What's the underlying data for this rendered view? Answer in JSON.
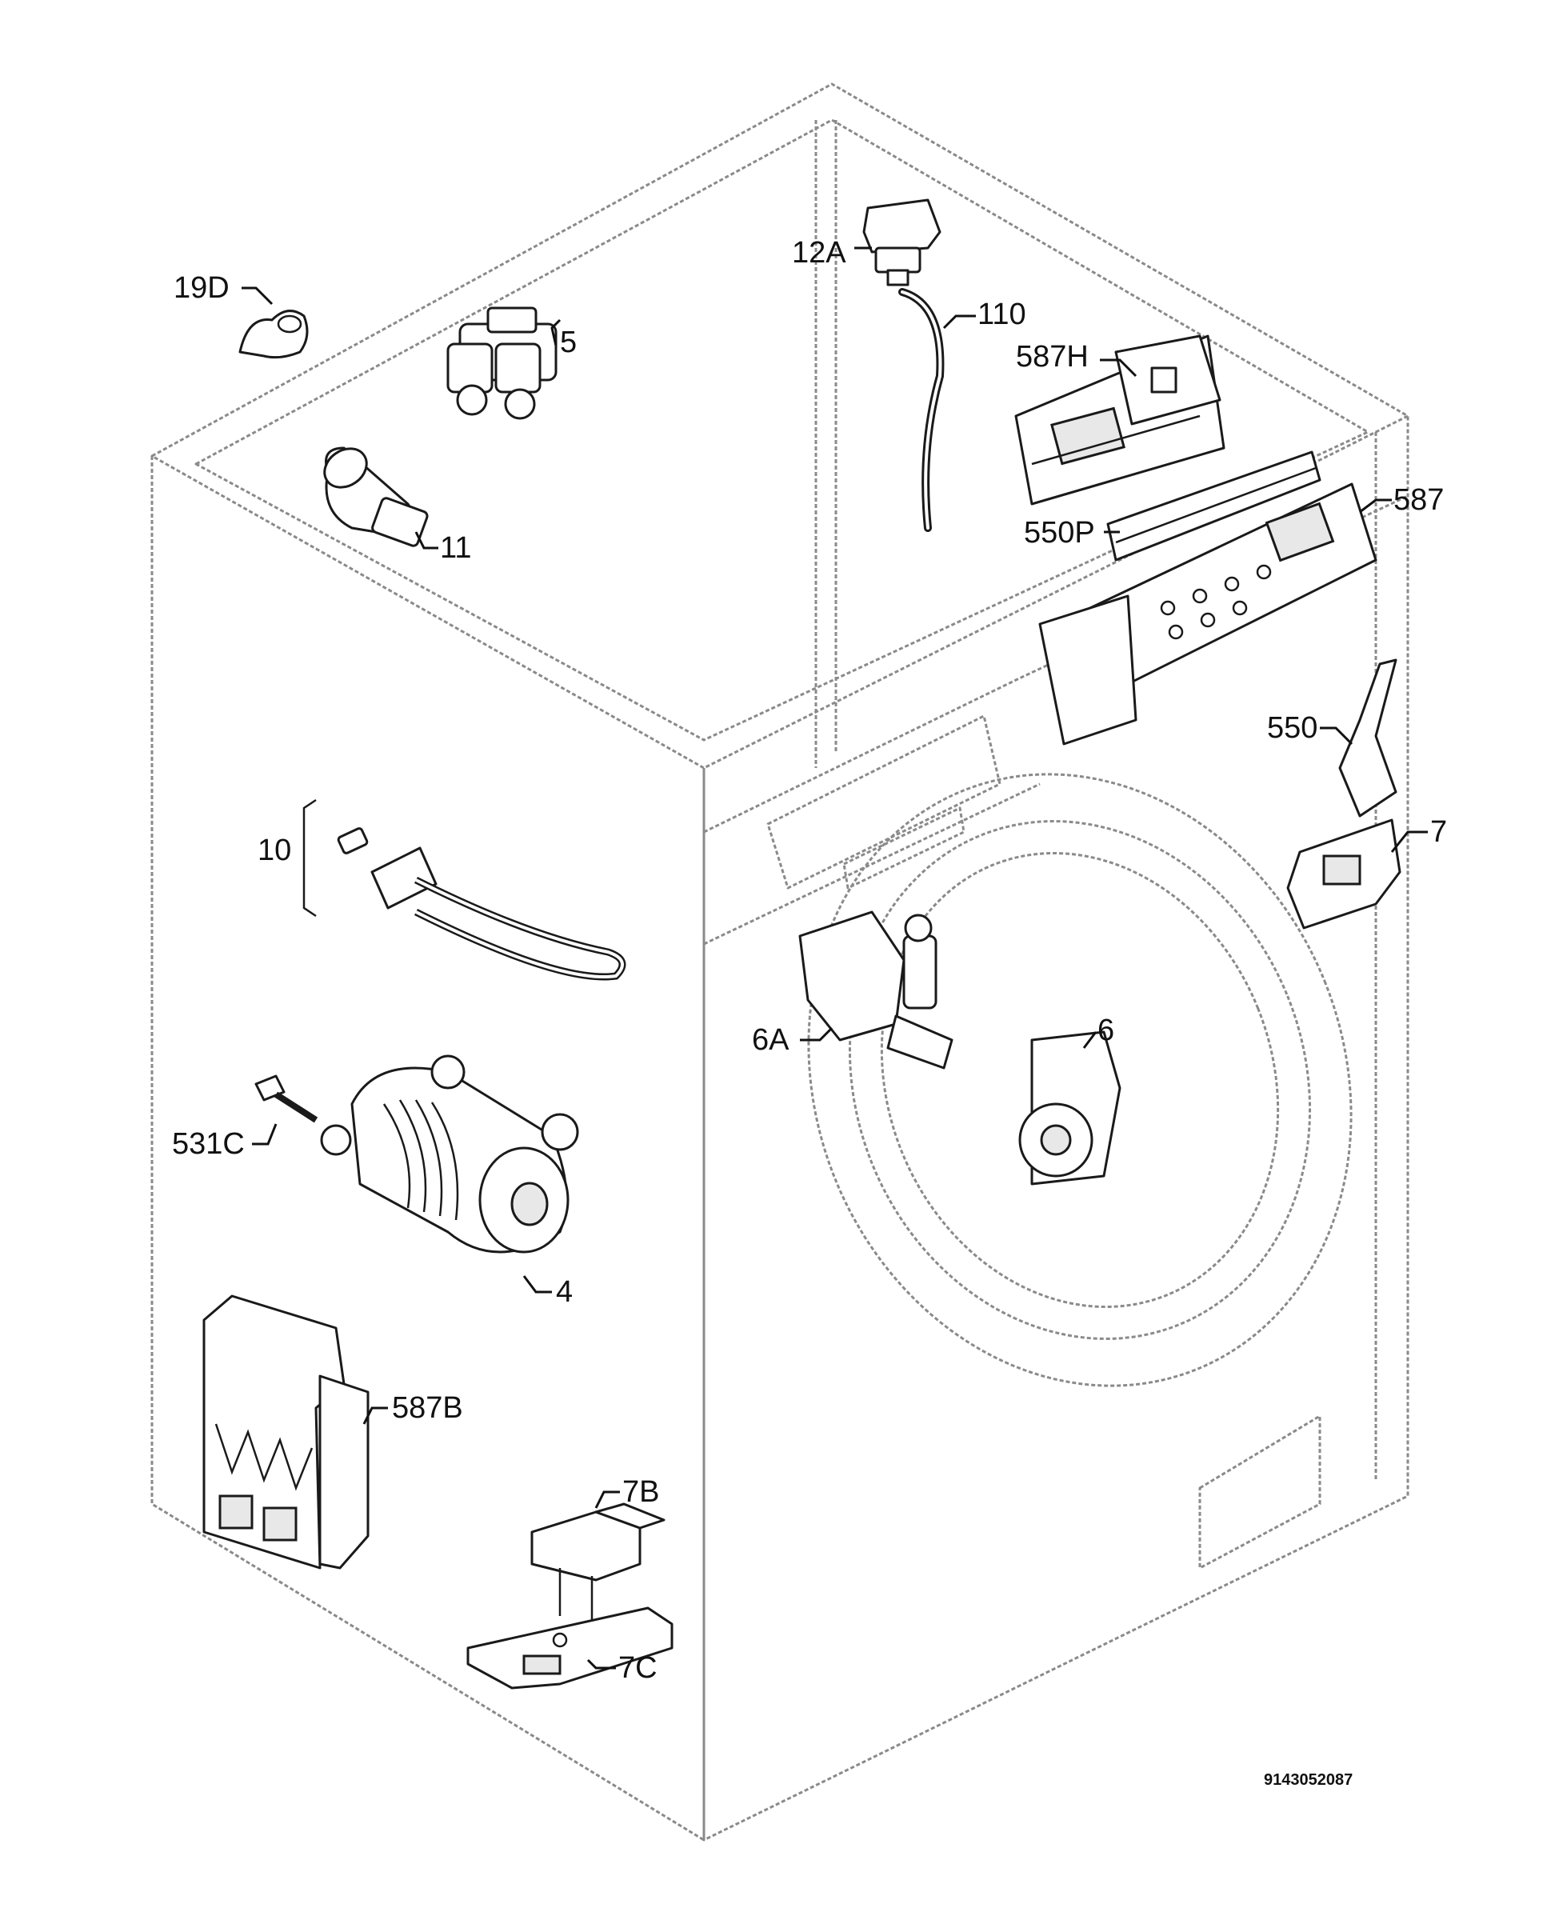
{
  "callouts": {
    "p19D": "19D",
    "p5": "5",
    "p12A": "12A",
    "p110": "110",
    "p587H": "587H",
    "p11": "11",
    "p550P": "550P",
    "p587": "587",
    "p550": "550",
    "p10": "10",
    "p7": "7",
    "p6A": "6A",
    "p6": "6",
    "p531C": "531C",
    "p4": "4",
    "p587B": "587B",
    "p7B": "7B",
    "p7C": "7C"
  },
  "document_id": "9143052087"
}
